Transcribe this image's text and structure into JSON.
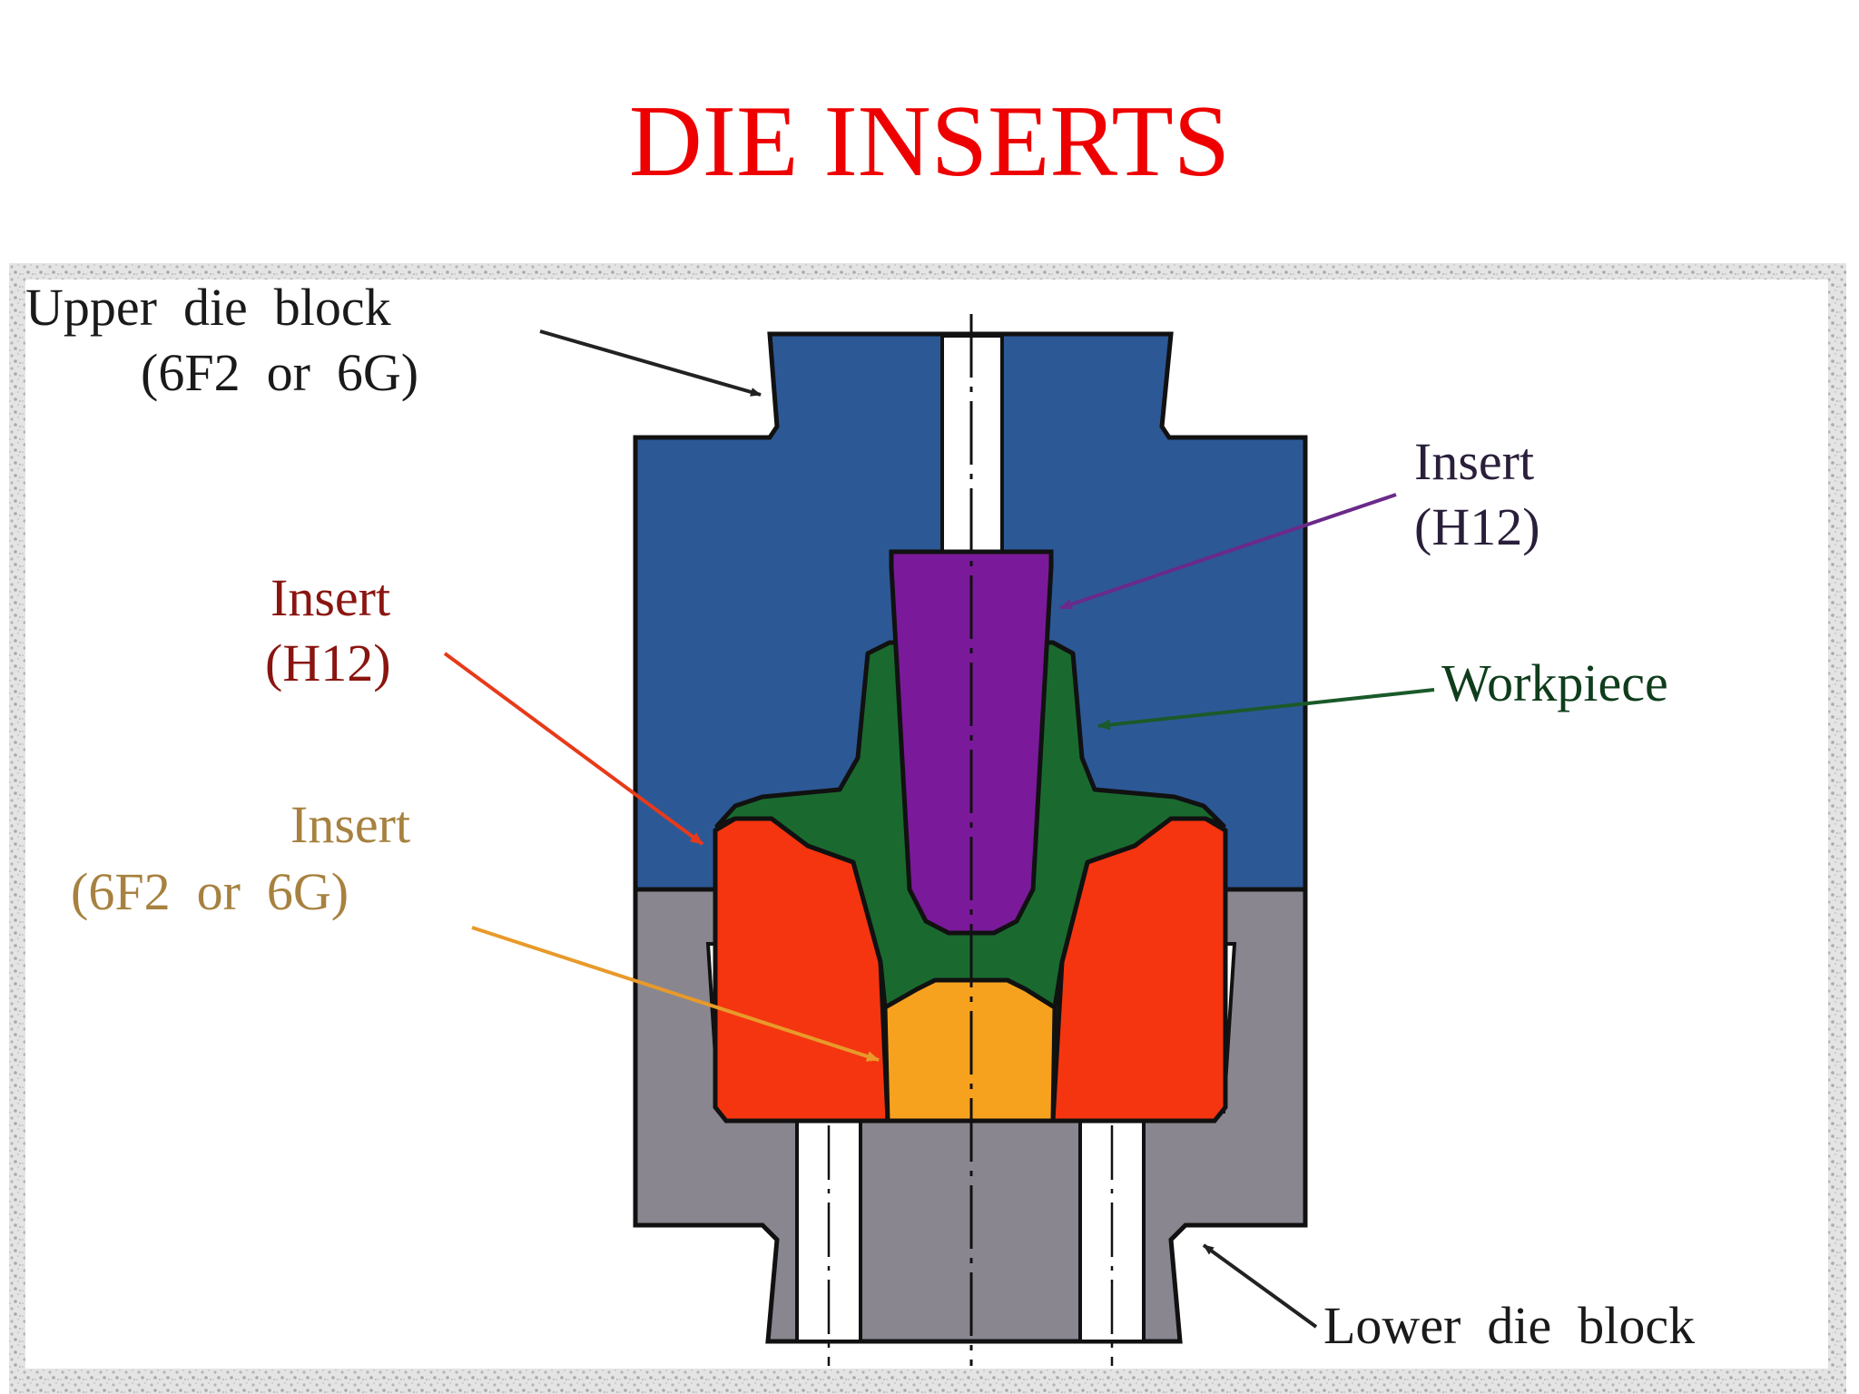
{
  "slide": {
    "title": "DIE INSERTS"
  },
  "labels": {
    "upper_die_block": {
      "line1": "Upper  die  block",
      "line2": "(6F2  or  6G)"
    },
    "insert_top_right": {
      "line1": "Insert",
      "line2": "(H12)",
      "color": "#2a1f3a"
    },
    "insert_left_h12": {
      "line1": "Insert",
      "line2": "(H12)",
      "color": "#8a1510"
    },
    "workpiece": {
      "text": "Workpiece",
      "color": "#0f3d1c"
    },
    "insert_left_6f2": {
      "line1": "Insert",
      "line2": "(6F2  or  6G)",
      "color": "#a7813f"
    },
    "lower_die_block": {
      "text": "Lower  die  block"
    }
  },
  "colors": {
    "title": "#ee0000",
    "upper_die_block": "#2d5896",
    "lower_die_block": "#8a8690",
    "insert_purple": "#7a1a9a",
    "workpiece_green": "#1a6a30",
    "insert_red": "#f53510",
    "insert_orange": "#f7a21f",
    "outline": "#111111",
    "frame_texture": "#c9c9c9"
  }
}
